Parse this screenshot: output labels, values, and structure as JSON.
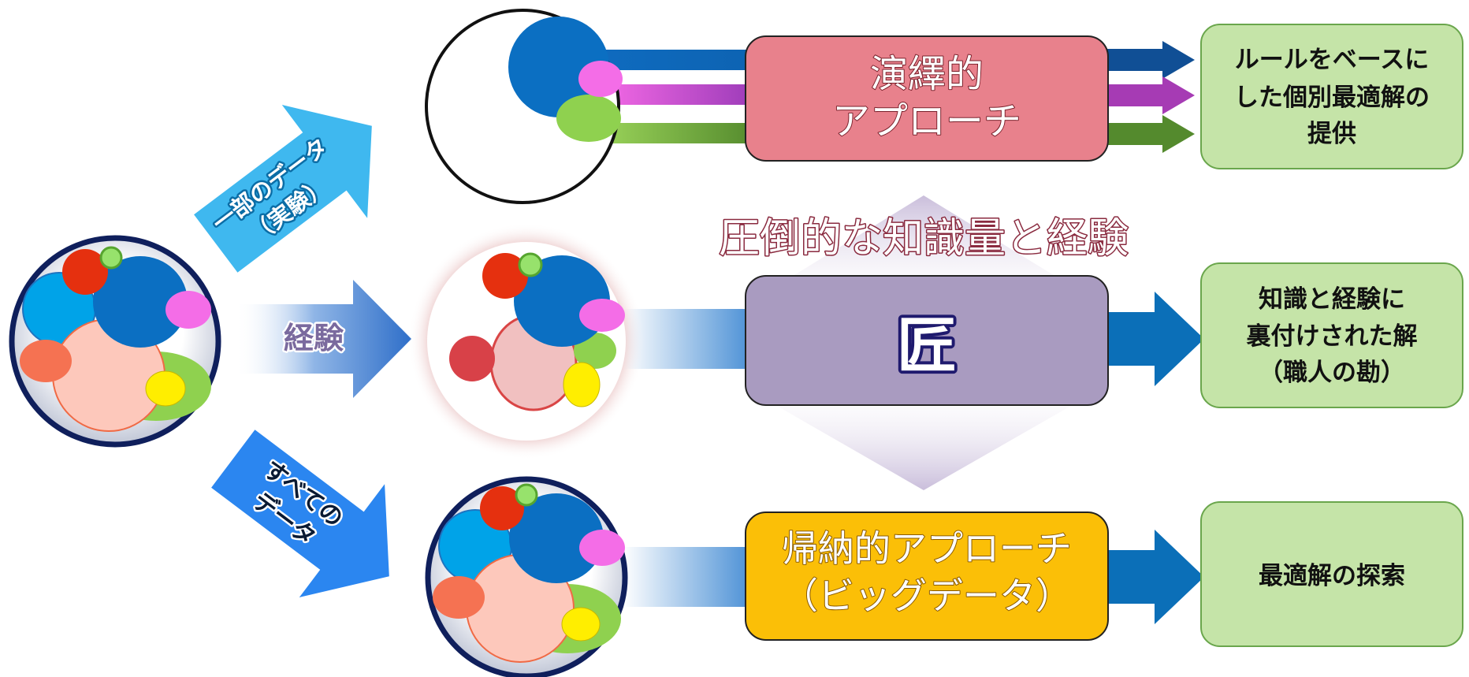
{
  "colors": {
    "accent_blue": "#1a73c9",
    "deductive_box": "#e8818c",
    "takumi_box": "#a99bc0",
    "inductive_box": "#fbbf07",
    "result_box": "#c5e4a8",
    "arrow_blue": "#0b6fb8"
  },
  "left_arrows": {
    "partial_data": {
      "line1": "一部のデータ",
      "line2": "（実験）"
    },
    "experience": "経験",
    "all_data": {
      "line1": "すべての",
      "line2": "データ"
    }
  },
  "approaches": {
    "deductive": {
      "line1": "演繹的",
      "line2": "アプローチ"
    },
    "takumi": "匠",
    "inductive": {
      "line1": "帰納的アプローチ",
      "line2": "（ビッグデータ）"
    }
  },
  "banner": "圧倒的な知識量と経験",
  "results": {
    "deductive": {
      "line1": "ルールをベースに",
      "line2": "した個別最適解の",
      "line3": "提供"
    },
    "takumi": {
      "line1": "知識と経験に",
      "line2": "裏付けされた解",
      "line3": "（職人の勘）"
    },
    "inductive": "最適解の探索"
  },
  "icons": {
    "source": "full-data-circle-icon",
    "partial": "partial-data-circle-icon",
    "experience": "experience-circle-icon",
    "all": "all-data-circle-icon"
  }
}
